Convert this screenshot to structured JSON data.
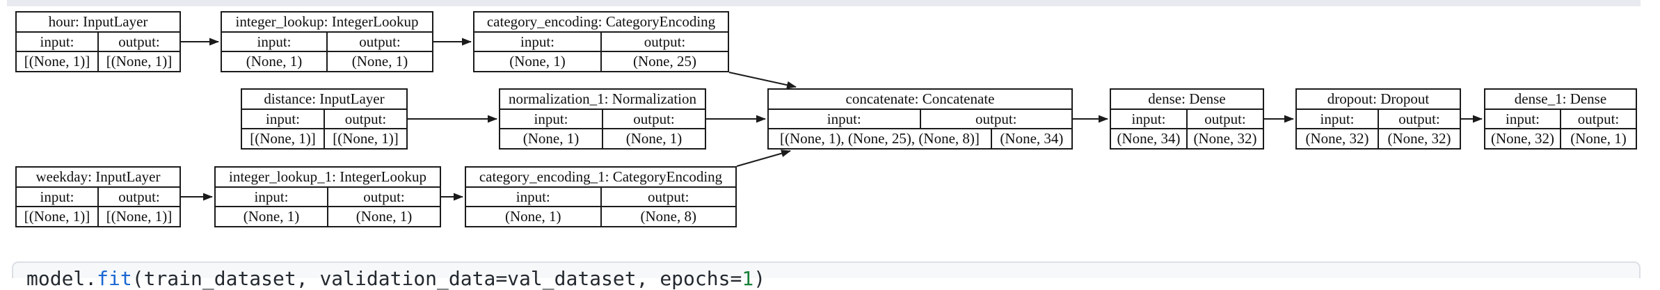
{
  "top_strip": {
    "color": "#e9e9f0"
  },
  "diagram": {
    "labels": {
      "input": "input:",
      "output": "output:"
    },
    "nodes": [
      {
        "id": "hour",
        "title": "hour: InputLayer",
        "input": "[(None, 1)]",
        "output": "[(None, 1)]"
      },
      {
        "id": "integer_lookup",
        "title": "integer_lookup: IntegerLookup",
        "input": "(None, 1)",
        "output": "(None, 1)"
      },
      {
        "id": "category_encoding",
        "title": "category_encoding: CategoryEncoding",
        "input": "(None, 1)",
        "output": "(None, 25)"
      },
      {
        "id": "distance",
        "title": "distance: InputLayer",
        "input": "[(None, 1)]",
        "output": "[(None, 1)]"
      },
      {
        "id": "normalization_1",
        "title": "normalization_1: Normalization",
        "input": "(None, 1)",
        "output": "(None, 1)"
      },
      {
        "id": "concatenate",
        "title": "concatenate: Concatenate",
        "input": "[(None, 1), (None, 25), (None, 8)]",
        "output": "(None, 34)"
      },
      {
        "id": "dense",
        "title": "dense: Dense",
        "input": "(None, 34)",
        "output": "(None, 32)"
      },
      {
        "id": "dropout",
        "title": "dropout: Dropout",
        "input": "(None, 32)",
        "output": "(None, 32)"
      },
      {
        "id": "dense_1",
        "title": "dense_1: Dense",
        "input": "(None, 32)",
        "output": "(None, 1)"
      },
      {
        "id": "weekday",
        "title": "weekday: InputLayer",
        "input": "[(None, 1)]",
        "output": "[(None, 1)]"
      },
      {
        "id": "integer_lookup_1",
        "title": "integer_lookup_1: IntegerLookup",
        "input": "(None, 1)",
        "output": "(None, 1)"
      },
      {
        "id": "category_encoding_1",
        "title": "category_encoding_1: CategoryEncoding",
        "input": "(None, 1)",
        "output": "(None, 8)"
      }
    ],
    "edge_color": "#1b1b1b"
  },
  "code_cell": {
    "tokens": {
      "t0": "model.",
      "t1": "fit",
      "t2": "(train_dataset, validation_data=val_dataset, epochs=",
      "t3": "1",
      "t4": ")"
    },
    "colors": {
      "plain": "#24292f",
      "function": "#1967d2",
      "number": "#188038",
      "background": "#f6f8fa"
    }
  }
}
